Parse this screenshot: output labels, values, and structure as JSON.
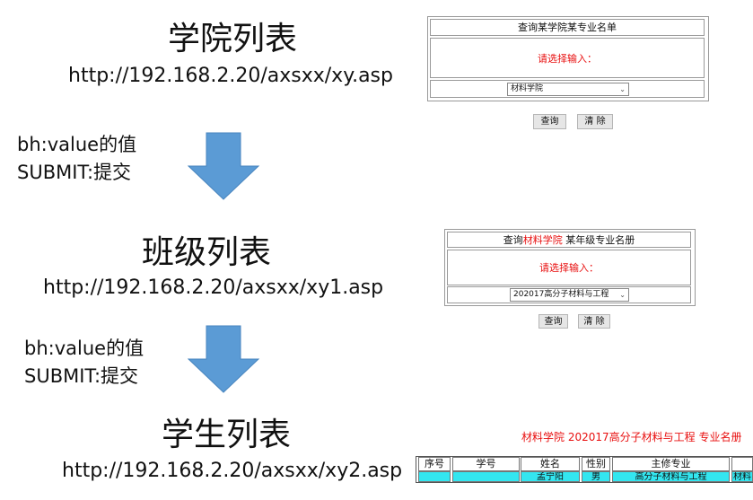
{
  "colors": {
    "arrow": "#5b9bd5",
    "prompt_red": "#e81010",
    "row_cyan": "#33e6f0"
  },
  "step1": {
    "title": "学院列表",
    "url": "http://192.168.2.20/axsxx/xy.asp",
    "form": {
      "header": "查询某学院某专业名单",
      "prompt": "请选择输入：",
      "select_value": "材料学院",
      "query_button": "查询",
      "clear_button": "清 除"
    }
  },
  "transition1": {
    "line1": "bh:value的值",
    "line2": "SUBMIT:提交"
  },
  "step2": {
    "title": "班级列表",
    "url": "http://192.168.2.20/axsxx/xy1.asp",
    "form": {
      "header_pre": "查询",
      "header_highlight": "材料学院",
      "header_post": " 某年级专业名册",
      "prompt": "请选择输入：",
      "select_value": "202017高分子材料与工程",
      "query_button": "查询",
      "clear_button": "清 除"
    }
  },
  "transition2": {
    "line1": "bh:value的值",
    "line2": "SUBMIT:提交"
  },
  "step3": {
    "title": "学生列表",
    "url": "http://192.168.2.20/axsxx/xy2.asp",
    "list_caption": "材料学院 202017高分子材料与工程 专业名册",
    "table": {
      "headers": [
        "序号",
        "学号",
        "姓名",
        "性别",
        "主修专业",
        ""
      ],
      "row": [
        "",
        "",
        "孟宁阳",
        "男",
        "高分子材料与工程",
        "材料"
      ]
    }
  }
}
